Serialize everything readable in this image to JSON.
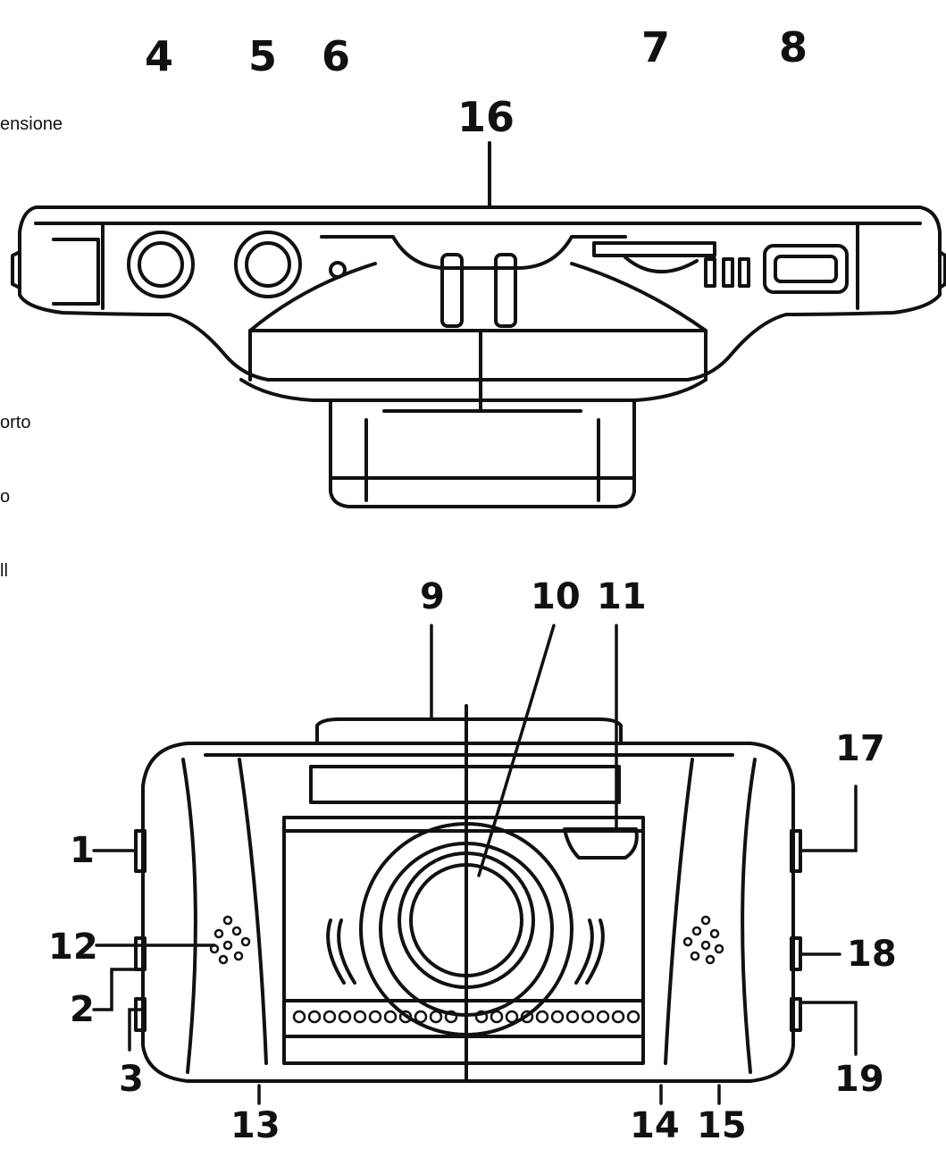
{
  "side_text": [
    "ensione",
    "orto",
    "o",
    "ll"
  ],
  "top_view": {
    "callouts": [
      "4",
      "5",
      "6",
      "7",
      "8",
      "16"
    ]
  },
  "front_view": {
    "callouts": [
      "1",
      "2",
      "3",
      "9",
      "10",
      "11",
      "12",
      "13",
      "14",
      "15",
      "17",
      "18",
      "19"
    ]
  }
}
